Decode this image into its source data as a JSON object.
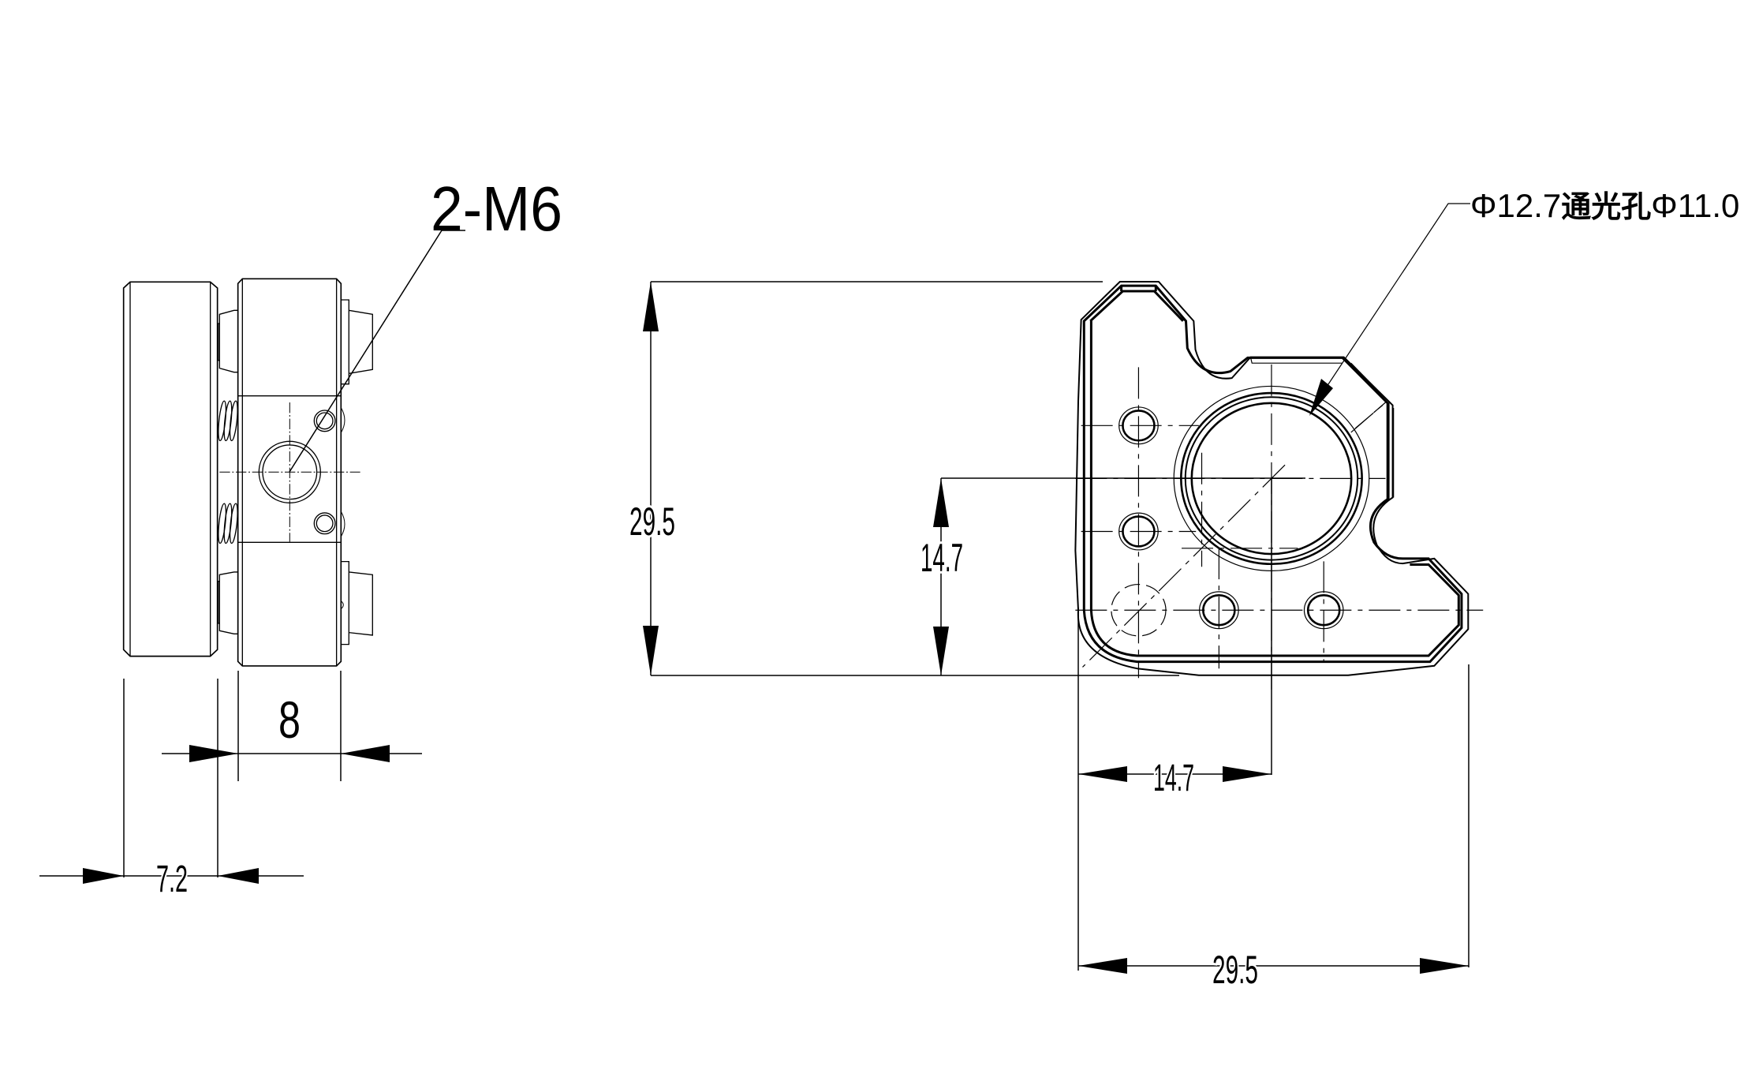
{
  "labels": {
    "thread": "2-M6",
    "aperture_prefix": "Φ12.7",
    "aperture_cn": "通光孔",
    "aperture_suffix": "Φ11.0"
  },
  "dimensions": {
    "side_thickness": "8",
    "side_disc": "7.2",
    "height": "29.5",
    "center_height": "14.7",
    "center_width": "14.7",
    "width": "29.5"
  }
}
